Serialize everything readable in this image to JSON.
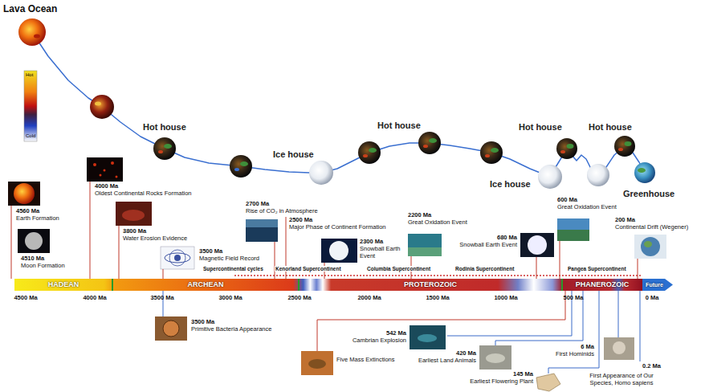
{
  "diagram": {
    "nodes": [
      {
        "text": [
          "HADEAN"
        ]
      },
      {
        "text": [
          "ARCHEAN"
        ]
      },
      {
        "text": [
          "PROTEROZOIC"
        ]
      },
      {
        "text": [
          "PHANEROZOIC"
        ]
      },
      {
        "text": [
          "Future"
        ]
      }
    ],
    "labels": [
      "Lava Ocean",
      "Hot",
      "Cold",
      "Hot house",
      "Ice house",
      "Hot house",
      "Hot house",
      "Ice house",
      "Hot house",
      "Greenhouse",
      "4560 Ma",
      "Earth Formation",
      "4510 Ma",
      "Moon Formation",
      "4000 Ma",
      "Oldest Continental Rocks Formation",
      "3800 Ma",
      "Water Erosion Evidence",
      "3500 Ma",
      "Magnetic Field Record",
      "2700 Ma",
      "Rise of CO₂ in Atmosphere",
      "2500 Ma",
      "Major Phase of Continent Formation",
      "2300 Ma",
      "Snowball Earth Event",
      "2200 Ma",
      "Great Oxidation Event",
      "680 Ma",
      "Snowball Earth Event",
      "600 Ma",
      "Great Oxidation Event",
      "200 Ma",
      "Continental Drift (Wegener)",
      "Supercontinental cycles",
      "Kenorland Supercontinent",
      "Columbia Supercontinent",
      "Rodinia Supercontinent",
      "Pangea Supercontinent",
      "4500 Ma",
      "4000 Ma",
      "3500 Ma",
      "3000 Ma",
      "2500 Ma",
      "2000 Ma",
      "1500 Ma",
      "1000 Ma",
      "500 Ma",
      "0 Ma",
      "3500 Ma",
      "Primitive Bacteria Appearance",
      "542 Ma",
      "Cambrian Explosion",
      "Five Mass Extinctions",
      "420 Ma",
      "Earliest Land Animals",
      "145 Ma",
      "Earliest Flowering Plant",
      "6 Ma",
      "First Hominids",
      "0.2 Ma",
      "First Appearance of Our Species, Homo sapiens"
    ]
  }
}
